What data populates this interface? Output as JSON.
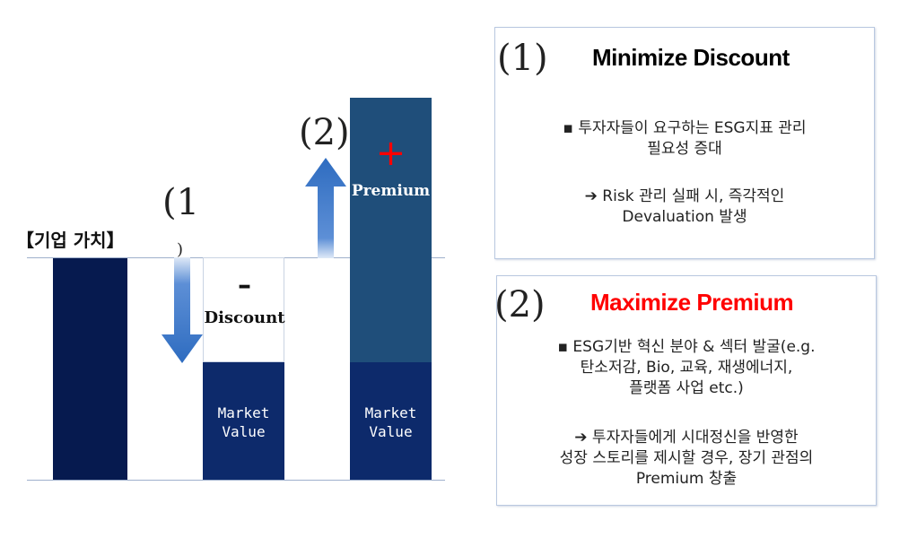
{
  "left": {
    "company_value_label": "【기업 가치】",
    "discount_sign": "–",
    "discount_label": "Discount",
    "premium_sign": "+",
    "premium_label": "Premium",
    "market_value_label_1": [
      "Market",
      "Value"
    ],
    "market_value_label_2": [
      "Market",
      "Value"
    ],
    "marker_1": "(1",
    "marker_1_tail": ")",
    "marker_2": "(2)"
  },
  "panels": [
    {
      "number": "(1)",
      "title": "Minimize Discount",
      "title_color": "#000000",
      "bullet_lines": [
        "▪ 투자자들이 요구하는 ESG지표 관리",
        "필요성 증대"
      ],
      "arrow_lines": [
        "➔ Risk 관리 실패 시, 즉각적인",
        "Devaluation 발생"
      ]
    },
    {
      "number": "(2)",
      "title": "Maximize Premium",
      "title_color": "#ff0000",
      "bullet_lines": [
        "▪ ESG기반 혁신 분야 & 섹터 발굴(e.g.",
        "탄소저감, Bio, 교육, 재생에너지,",
        "플랫폼 사업 etc.)"
      ],
      "arrow_lines": [
        "➔ 투자자들에게 시대정신을 반영한",
        "성장 스토리를 제시할 경우, 장기 관점의",
        "Premium 창출"
      ]
    }
  ],
  "colors": {
    "navy": "#061a4f",
    "market_navy": "#0d2a6b",
    "premium_blue": "#1f4e7a",
    "arrow_blue": "#2e6cc0",
    "premium_red": "#ff0000"
  }
}
